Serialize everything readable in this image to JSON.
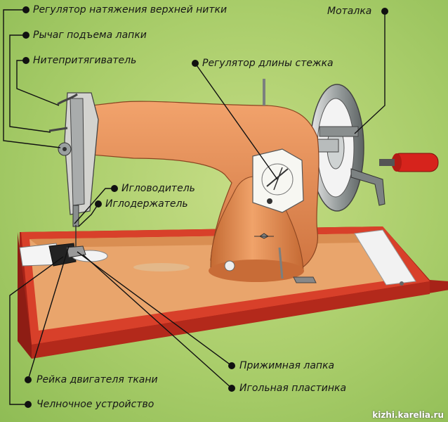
{
  "labels": {
    "tension_regulator": "Регулятор натяжения верхней нитки",
    "foot_lever": "Рычаг подъема лапки",
    "take_up": "Нитепритягиватель",
    "stitch_regulator": "Регулятор длины стежка",
    "winder": "Моталка",
    "needle_bar": "Игловодитель",
    "needle_holder": "Иглодержатель",
    "feed_dog": "Рейка двигателя ткани",
    "shuttle": "Челночное устройство",
    "presser_foot": "Прижимная лапка",
    "needle_plate": "Игольная пластинка"
  },
  "credit": "kizhi.karelia.ru",
  "colors": {
    "background": "#a9cd6a",
    "body": "#d9834a",
    "base": "#d8402a",
    "handle": "#d6231c",
    "line": "#111111"
  }
}
